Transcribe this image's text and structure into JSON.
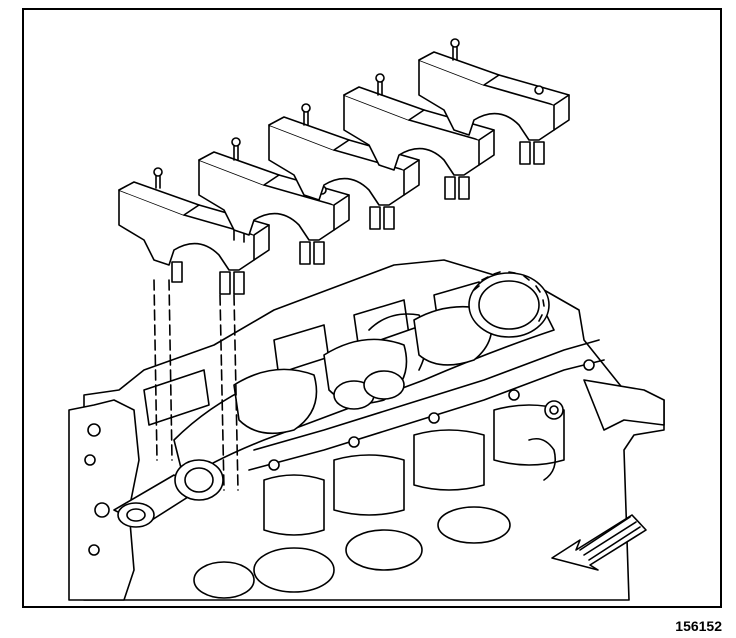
{
  "figure": {
    "id_label": "156152"
  },
  "colors": {
    "ink": "#000000",
    "paper": "#ffffff"
  },
  "parts": {
    "bearing_caps": [
      "cap-1",
      "cap-2",
      "cap-3",
      "cap-4",
      "cap-5"
    ],
    "front_arrow_icon": "front-arrow-icon"
  }
}
